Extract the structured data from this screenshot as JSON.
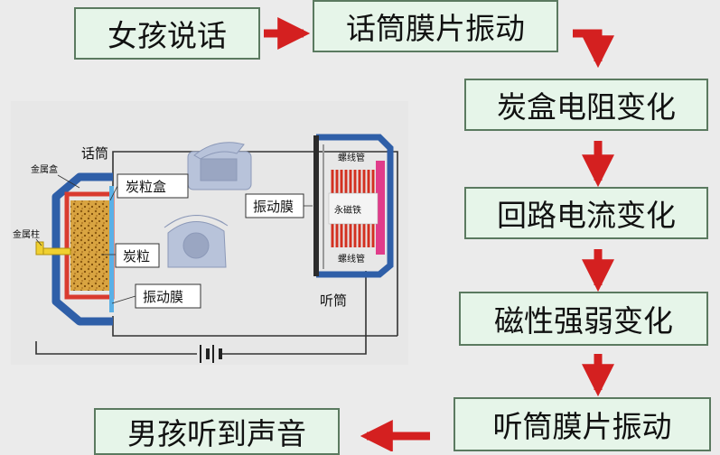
{
  "flow": {
    "step1": "女孩说话",
    "step2": "话筒膜片振动",
    "step3": "炭盒电阻变化",
    "step4": "回路电流变化",
    "step5": "磁性强弱变化",
    "step6": "听筒膜片振动",
    "step7": "男孩听到声音"
  },
  "diagram": {
    "microphone_title": "话筒",
    "metal_box": "金属盒",
    "metal_post": "金属柱",
    "carbon_box": "炭粒盒",
    "carbon_grains": "炭粒",
    "mic_diaphragm": "振动膜",
    "earpiece_diaphragm": "振动膜",
    "solenoid_top": "螺线管",
    "permanent_magnet": "永磁铁",
    "solenoid_bottom": "螺线管",
    "earpiece_title": "听筒"
  },
  "colors": {
    "box_fill": "#e6f5e9",
    "box_border": "#5b7a60",
    "arrow": "#d42020",
    "housing": "#2f5fa8",
    "carbon": "#d9a441",
    "coil": "#d33020"
  }
}
